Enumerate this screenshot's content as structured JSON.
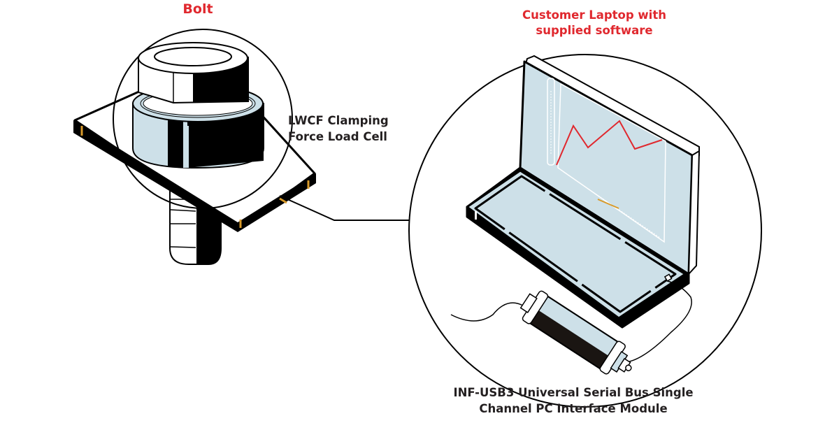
{
  "diagram": {
    "title_labels": {
      "bolt": "Bolt",
      "load_cell_line1": "LWCF Clamping",
      "load_cell_line2": "Force Load Cell",
      "laptop_line1": "Customer Laptop with",
      "laptop_line2": "supplied software",
      "module_line1": "INF-USB3 Universal Serial Bus Single",
      "module_line2": "Channel PC Interface Module"
    },
    "components": [
      {
        "id": "bolt",
        "name": "Bolt"
      },
      {
        "id": "load-cell",
        "name": "LWCF Clamping Force Load Cell"
      },
      {
        "id": "laptop",
        "name": "Customer Laptop with supplied software"
      },
      {
        "id": "interface-module",
        "name": "INF-USB3 Universal Serial Bus Single Channel PC Interface Module"
      }
    ],
    "connections": [
      {
        "from": "load-cell",
        "to": "interface-module",
        "type": "cable"
      },
      {
        "from": "interface-module",
        "to": "laptop",
        "type": "usb-cable"
      }
    ],
    "colors": {
      "title_red": "#e0282e",
      "label_dark": "#231f20",
      "metal_light_blue": "#cde0e8",
      "outline_black": "#000000",
      "accent_orange": "#d89a2a"
    }
  }
}
